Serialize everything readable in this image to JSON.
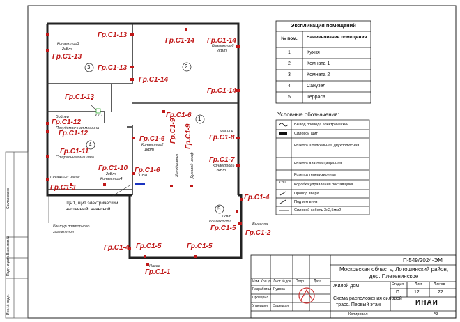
{
  "accent_red": "#c01818",
  "rooms": {
    "r1": "1",
    "r2": "2",
    "r3": "3",
    "r4": "4",
    "r5": "5"
  },
  "groups": {
    "g13a": "Гр.С1-13",
    "g13b": "Гр.С1-13",
    "g13c": "Гр.С1-13",
    "g13d": "Гр.С1-13",
    "g14a": "Гр.С1-14",
    "g14b": "Гр.С1-14",
    "g14c": "Гр.С1-14",
    "g14d": "Гр.С1-14",
    "g6a": "Гр.С1-6",
    "g6b": "Гр.С1-6",
    "g6c": "Гр.С1-6",
    "g12": "Гр.С1-12",
    "g11": "Гр.С1-11",
    "g10": "Гр.С1-10",
    "g3": "Гр.С1-3",
    "g9a": "Гр.С1-9",
    "g9b": "Гр.С1-9",
    "g8": "Гр.С1-8",
    "g7": "Гр.С1-7",
    "g4a": "Гр.С1-4",
    "g4b": "Гр.С1-4",
    "g5a": "Гр.С1-5",
    "g5b": "Гр.С1-5",
    "g5c": "Гр.С1-5",
    "g2": "Гр.С1-2",
    "g1": "Гр.С1-1"
  },
  "notes": {
    "conv3a": "Конвектор3",
    "conv3b": "2кВт",
    "conv6a": "Конвектор6",
    "conv6b": "2кВт",
    "conv2a": "Конвектор2",
    "conv2b": "1кВт",
    "conv4a": "2кВт",
    "conv4b": "Конвектор4",
    "conv5a": "Конвектор5",
    "conv5b": "2кВт",
    "conv1a": "1кВт",
    "conv1b": "Конвектор1",
    "boiler": "Бойлер",
    "dish": "Посудомоечная машина",
    "wash": "Стиральная машина",
    "pump": "Скважный насос",
    "fridge": "Холодильник",
    "hood": "Духовой шкаф",
    "kettle": "Чайник",
    "svch": "СВЧ",
    "kup": "КУП",
    "kup2": "КУП",
    "panel1": "ЩР1, щит электрический",
    "panel2": "настенный, навесной",
    "ground1": "Контур повторного",
    "ground2": "заземления",
    "pump2": "Насос",
    "vykonka": "Выгонка"
  },
  "explication": {
    "title": "Экспликация помещений",
    "col_no": "№ пом.",
    "col_name": "Наименование помещения",
    "rows": [
      {
        "no": "1",
        "name": "Кухня"
      },
      {
        "no": "2",
        "name": "Комната 1"
      },
      {
        "no": "3",
        "name": "Комната 2"
      },
      {
        "no": "4",
        "name": "Санузел"
      },
      {
        "no": "5",
        "name": "Терраса"
      }
    ]
  },
  "legend": {
    "title": "Условные обозначения:",
    "items": [
      "Вывод провода электрический",
      "Силовой щит",
      "Розетка штепсельная двухполюсная",
      "Розетка влагозащищенная",
      "Розетка телевизионная",
      "Коробка управления поставщика",
      "Провод вверх",
      "Подъем вниз",
      "Силовой кабель 3х2,5мм2"
    ]
  },
  "stamp": {
    "code": "П-549/2024-ЭМ",
    "addr1": "Московская область, Лотошинский район,",
    "addr2": "дер. Плетенинское",
    "object": "Жилой дом",
    "sheet_title1": "Схема расположения силовой",
    "sheet_title2": "трасс. Первый этаж",
    "stage_h": "Стадия",
    "sheet_h": "Лист",
    "sheets_h": "Листов",
    "stage": "П",
    "sheet": "12",
    "sheets": "22",
    "col1": "Изм.",
    "col2": "Кол.уч",
    "col3": "Лист",
    "col4": "№док",
    "col5": "Подп.",
    "col6": "Дата",
    "dev": "Разработал",
    "dev_name": "Рудова",
    "check": "Проверил",
    "approve": "Утвердил",
    "approve_name": "Зарецкая",
    "copied": "Копировал",
    "format": "А3",
    "logo": "ИНАИ"
  },
  "side": {
    "s1": "Согласовано",
    "s2": "Взам.инв.№",
    "s3": "Подп. и дата",
    "s4": "Инв.№ подл."
  }
}
